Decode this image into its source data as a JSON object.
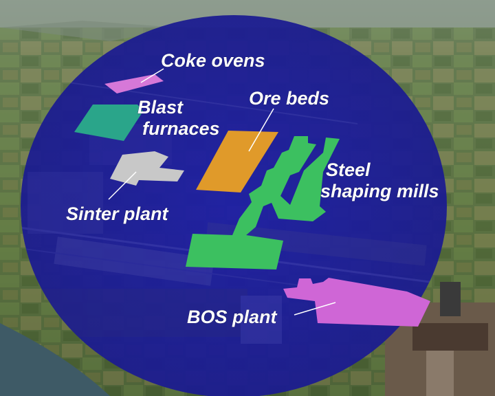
{
  "labels": {
    "coke_ovens": "Coke ovens",
    "blast_furnaces_line1": "Blast",
    "blast_furnaces_line2": "furnaces",
    "ore_beds": "Ore beds",
    "sinter_plant": "Sinter plant",
    "steel_shaping_line1": "Steel",
    "steel_shaping_line2": "shaping mills",
    "bos_plant": "BOS plant"
  },
  "colors": {
    "overlay": "#1a1a9a",
    "coke_ovens": "#d678d8",
    "blast_furnaces": "#2aa58a",
    "ore_beds": "#e09a2a",
    "sinter_plant": "#c8c8c8",
    "steel_shaping_mills": "#3cc060",
    "bos_plant": "#cf66d6",
    "label_text": "#ffffff"
  }
}
